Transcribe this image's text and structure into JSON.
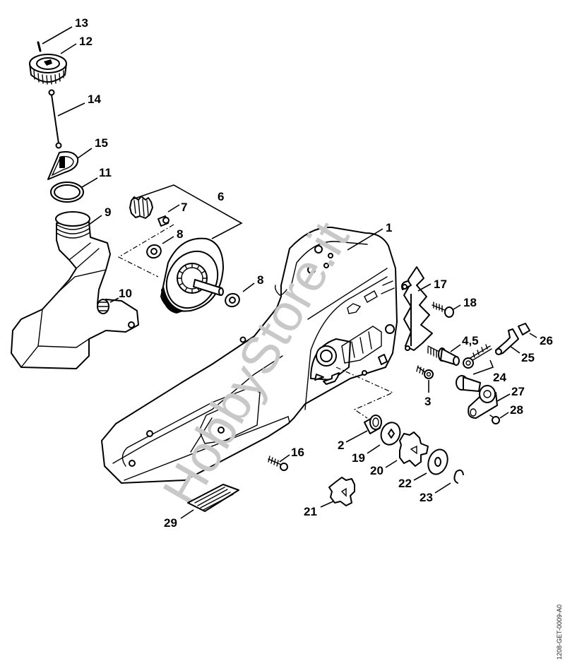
{
  "diagram": {
    "type": "exploded-parts-view",
    "watermark": "HobbyStore.it",
    "drawing_code": "1208-GET-0009-A0",
    "colors": {
      "line": "#000000",
      "watermark": "#c8c8c8",
      "background": "#ffffff"
    },
    "callouts": [
      {
        "id": "c1",
        "label": "1",
        "part": "sprocket-cover-housing"
      },
      {
        "id": "c2",
        "label": "2",
        "part": "needle-bearing"
      },
      {
        "id": "c3",
        "label": "3",
        "part": "screw"
      },
      {
        "id": "c45",
        "label": "4,5",
        "part": "collar-stud"
      },
      {
        "id": "c6",
        "label": "6",
        "part": "clutch-drum-assembly"
      },
      {
        "id": "c7",
        "label": "7",
        "part": "needle-cage"
      },
      {
        "id": "c8a",
        "label": "8",
        "part": "washer"
      },
      {
        "id": "c8b",
        "label": "8",
        "part": "washer"
      },
      {
        "id": "c9",
        "label": "9",
        "part": "oil-tank"
      },
      {
        "id": "c10",
        "label": "10",
        "part": "plug"
      },
      {
        "id": "c11",
        "label": "11",
        "part": "o-ring"
      },
      {
        "id": "c12",
        "label": "12",
        "part": "filler-cap"
      },
      {
        "id": "c13",
        "label": "13",
        "part": "pin"
      },
      {
        "id": "c14",
        "label": "14",
        "part": "cord"
      },
      {
        "id": "c15",
        "label": "15",
        "part": "strainer"
      },
      {
        "id": "c16",
        "label": "16",
        "part": "screw"
      },
      {
        "id": "c17",
        "label": "17",
        "part": "bumper-spike"
      },
      {
        "id": "c18",
        "label": "18",
        "part": "screw"
      },
      {
        "id": "c19",
        "label": "19",
        "part": "thrust-washer"
      },
      {
        "id": "c20",
        "label": "20",
        "part": "spur-sprocket"
      },
      {
        "id": "c21",
        "label": "21",
        "part": "rim-sprocket"
      },
      {
        "id": "c22",
        "label": "22",
        "part": "washer"
      },
      {
        "id": "c23",
        "label": "23",
        "part": "e-clip"
      },
      {
        "id": "c24",
        "label": "24",
        "part": "tensioner-screw-set"
      },
      {
        "id": "c25",
        "label": "25",
        "part": "tensioner-slide"
      },
      {
        "id": "c26",
        "label": "26",
        "part": "slider"
      },
      {
        "id": "c27",
        "label": "27",
        "part": "chain-catcher"
      },
      {
        "id": "c28",
        "label": "28",
        "part": "screw"
      },
      {
        "id": "c29",
        "label": "29",
        "part": "label"
      }
    ]
  }
}
